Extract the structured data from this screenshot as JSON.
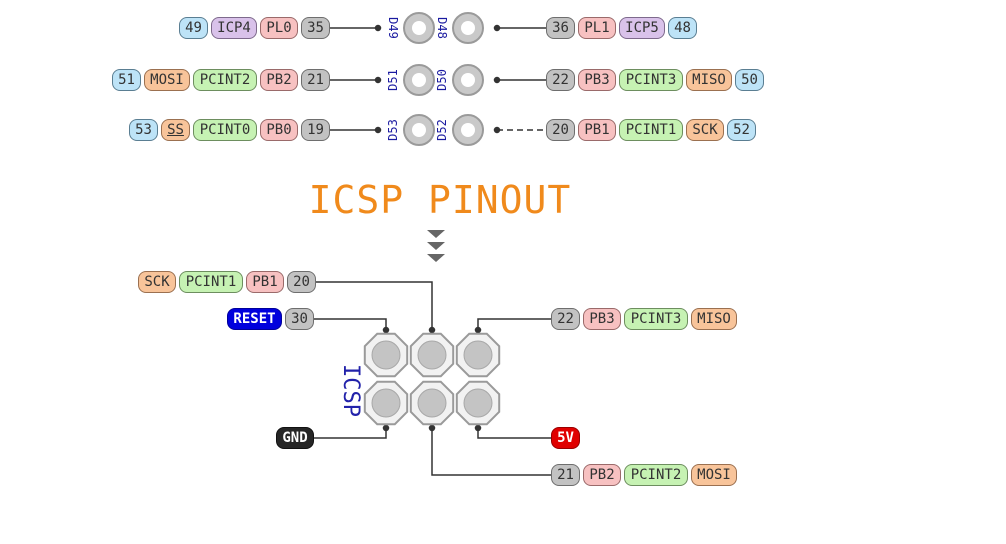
{
  "header_pins": {
    "rows": [
      {
        "left_labels": [
          {
            "text": "49",
            "kind": "num"
          },
          {
            "text": "ICP4",
            "kind": "timer"
          },
          {
            "text": "PL0",
            "kind": "port"
          },
          {
            "text": "35",
            "kind": "arduino"
          }
        ],
        "left_pin": "D49",
        "right_pin": "D48",
        "right_labels": [
          {
            "text": "36",
            "kind": "arduino"
          },
          {
            "text": "PL1",
            "kind": "port"
          },
          {
            "text": "ICP5",
            "kind": "timer"
          },
          {
            "text": "48",
            "kind": "num"
          }
        ]
      },
      {
        "left_labels": [
          {
            "text": "51",
            "kind": "num"
          },
          {
            "text": "MOSI",
            "kind": "spi"
          },
          {
            "text": "PCINT2",
            "kind": "pcint"
          },
          {
            "text": "PB2",
            "kind": "port"
          },
          {
            "text": "21",
            "kind": "arduino"
          }
        ],
        "left_pin": "D51",
        "right_pin": "D50",
        "right_labels": [
          {
            "text": "22",
            "kind": "arduino"
          },
          {
            "text": "PB3",
            "kind": "port"
          },
          {
            "text": "PCINT3",
            "kind": "pcint"
          },
          {
            "text": "MISO",
            "kind": "spi"
          },
          {
            "text": "50",
            "kind": "num"
          }
        ]
      },
      {
        "left_labels": [
          {
            "text": "53",
            "kind": "num"
          },
          {
            "text": "SS",
            "kind": "spi",
            "overline": true
          },
          {
            "text": "PCINT0",
            "kind": "pcint"
          },
          {
            "text": "PB0",
            "kind": "port"
          },
          {
            "text": "19",
            "kind": "arduino"
          }
        ],
        "left_pin": "D53",
        "right_pin": "D52",
        "right_labels": [
          {
            "text": "20",
            "kind": "arduino"
          },
          {
            "text": "PB1",
            "kind": "port"
          },
          {
            "text": "PCINT1",
            "kind": "pcint"
          },
          {
            "text": "SCK",
            "kind": "spi"
          },
          {
            "text": "52",
            "kind": "num"
          }
        ]
      }
    ]
  },
  "title": "ICSP PINOUT",
  "icsp": {
    "label": "ICSP",
    "labels": {
      "sck_group": [
        {
          "text": "SCK",
          "kind": "spi"
        },
        {
          "text": "PCINT1",
          "kind": "pcint"
        },
        {
          "text": "PB1",
          "kind": "port"
        },
        {
          "text": "20",
          "kind": "arduino"
        }
      ],
      "reset_group": [
        {
          "text": "RESET",
          "kind": "reset"
        },
        {
          "text": "30",
          "kind": "arduino"
        }
      ],
      "gnd_group": [
        {
          "text": "GND",
          "kind": "gnd"
        }
      ],
      "miso_group": [
        {
          "text": "22",
          "kind": "arduino"
        },
        {
          "text": "PB3",
          "kind": "port"
        },
        {
          "text": "PCINT3",
          "kind": "pcint"
        },
        {
          "text": "MISO",
          "kind": "spi"
        }
      ],
      "vcc_group": [
        {
          "text": "5V",
          "kind": "vcc"
        }
      ],
      "mosi_group": [
        {
          "text": "21",
          "kind": "arduino"
        },
        {
          "text": "PB2",
          "kind": "port"
        },
        {
          "text": "PCINT2",
          "kind": "pcint"
        },
        {
          "text": "MOSI",
          "kind": "spi"
        }
      ]
    }
  },
  "colors": {
    "num": "#bde3f7",
    "timer": "#d9c2ea",
    "port": "#f7c1c1",
    "arduino": "#c2c2c2",
    "spi": "#f8c49a",
    "pcint": "#c6f2b3",
    "reset": "#0000dd",
    "gnd": "#262626",
    "vcc": "#e00000",
    "title": "#f08a1c",
    "pin_label": "#1a1aa0"
  },
  "icons": [
    "header-pin-icon",
    "arrow-down-icon",
    "icsp-pad-icon"
  ]
}
